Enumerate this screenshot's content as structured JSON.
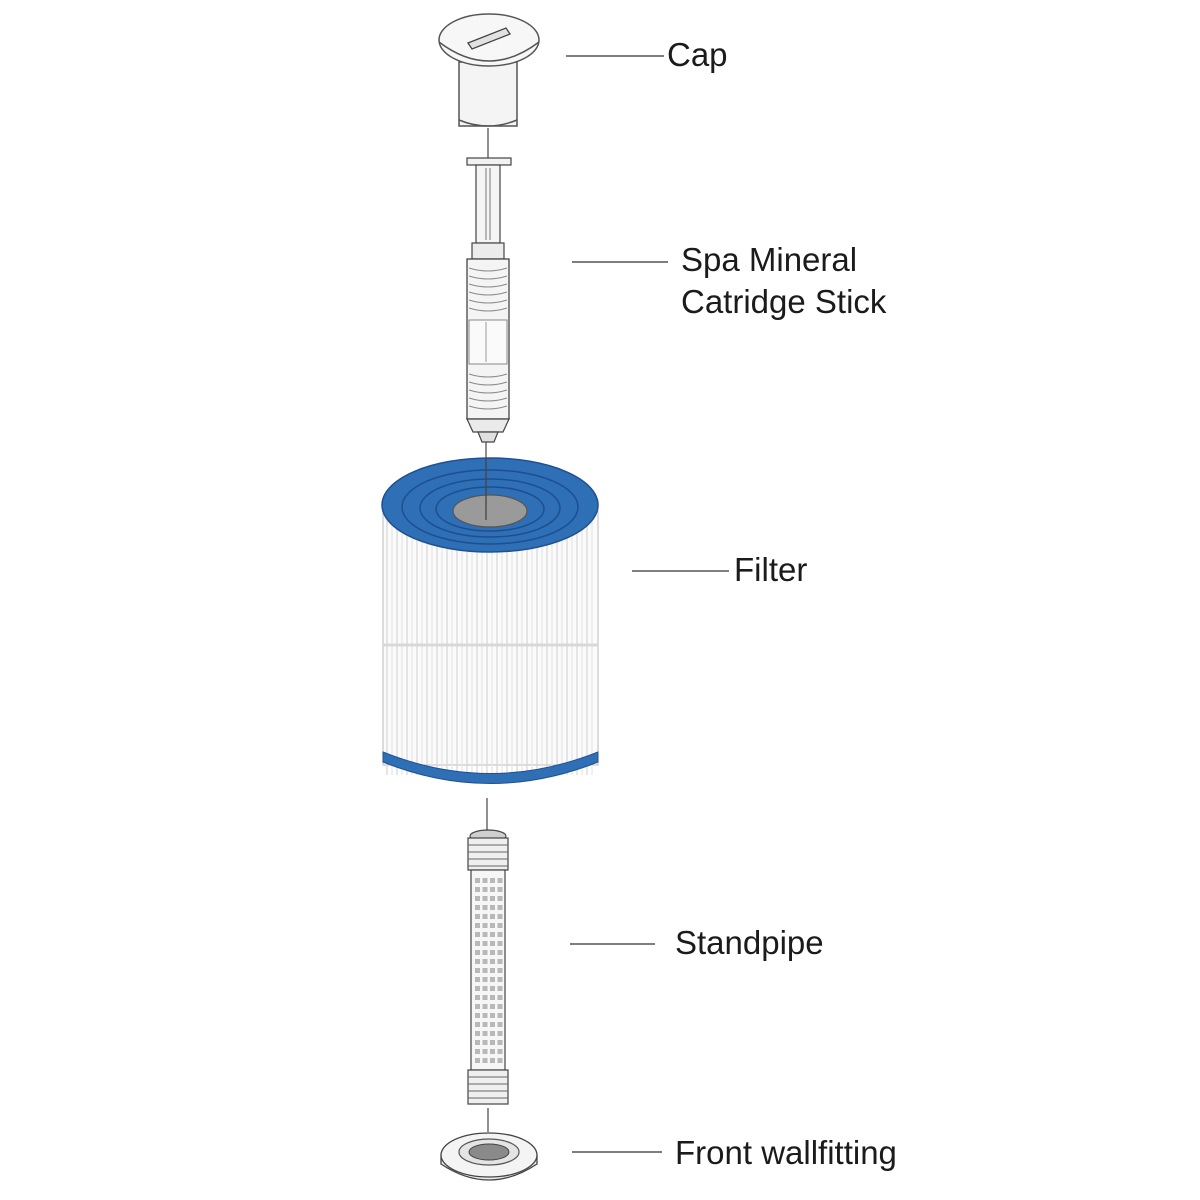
{
  "diagram": {
    "labels": {
      "cap": "Cap",
      "cartridge_line1": "Spa Mineral",
      "cartridge_line2": "Catridge Stick",
      "filter": "Filter",
      "standpipe": "Standpipe",
      "wallfitting": "Front wallfitting"
    },
    "colors": {
      "outline": "#3a3a3a",
      "filter_blue": "#2f6fb6",
      "filter_blue_dark": "#1f5192",
      "core_gray": "#9a9a9a",
      "part_fill": "#f2f2f2"
    }
  }
}
